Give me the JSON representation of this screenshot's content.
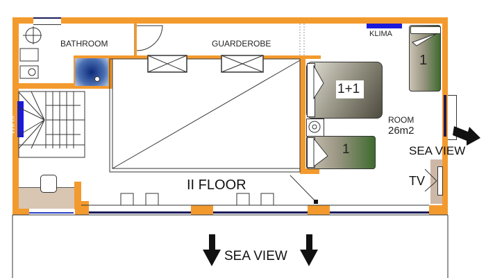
{
  "plan": {
    "floor_label": "II FLOOR",
    "rooms": {
      "bathroom": "BATHROOM",
      "guarderobe": "GUARDEROBE",
      "room_name": "ROOM",
      "room_area": "26m2"
    },
    "fixtures": {
      "klima_top": "KLIMA",
      "klima_side": "KLIMA",
      "tv": "TV"
    },
    "beds": {
      "double": "1+1",
      "single_top_right": "1",
      "single_middle": "1"
    },
    "sea_view_right": "SEA VIEW",
    "sea_view_bottom": "SEA VIEW"
  },
  "colors": {
    "wall": "#f39a2e",
    "klima": "#1a1adb",
    "shower": "#1c3a8c",
    "window": "#1a1a5a",
    "desk": "#d8c6b2"
  }
}
